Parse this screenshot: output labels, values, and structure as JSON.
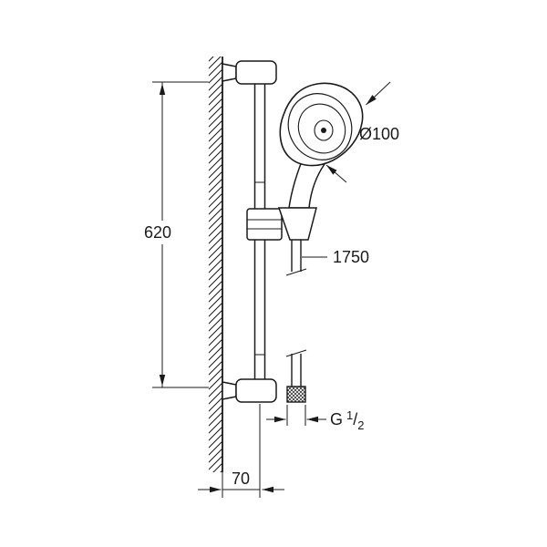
{
  "drawing": {
    "type": "shower-rail-set-dimension-drawing",
    "background_color": "#ffffff",
    "line_color": "#1a1a1a"
  },
  "labels": {
    "rail_height_mm": "620",
    "head_diameter": "Ø100",
    "hose_length_mm": "1750",
    "wall_offset_mm": "70",
    "thread": {
      "prefix": "G",
      "numerator": "1",
      "slash": "/",
      "denominator": "2"
    }
  }
}
